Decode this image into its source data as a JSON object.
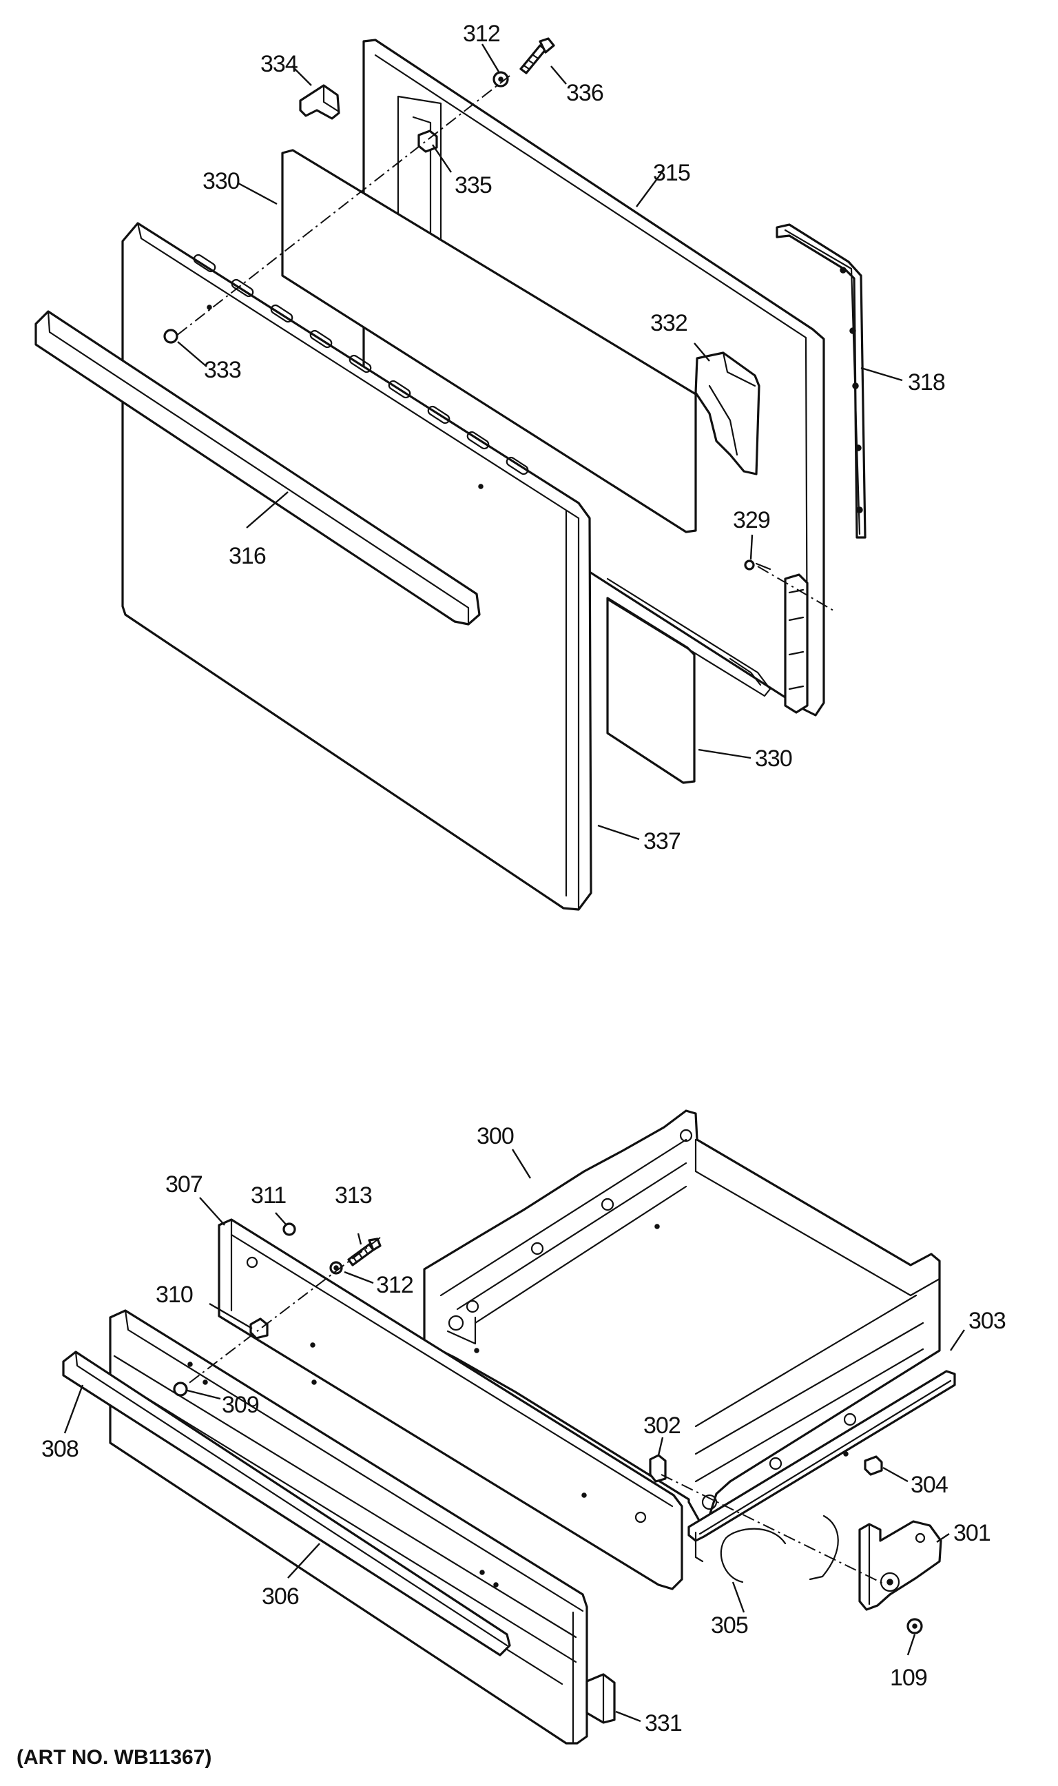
{
  "diagram": {
    "art_number": "(ART NO. WB11367)",
    "callouts": {
      "c312a": "312",
      "c336": "336",
      "c334": "334",
      "c335": "335",
      "c330a": "330",
      "c315": "315",
      "c332": "332",
      "c318": "318",
      "c333": "333",
      "c329": "329",
      "c316": "316",
      "c330b": "330",
      "c337": "337",
      "c300": "300",
      "c307": "307",
      "c311": "311",
      "c313": "313",
      "c312b": "312",
      "c310": "310",
      "c303": "303",
      "c302": "302",
      "c309": "309",
      "c308": "308",
      "c304": "304",
      "c301": "301",
      "c305": "305",
      "c306": "306",
      "c109": "109",
      "c331": "331"
    }
  }
}
